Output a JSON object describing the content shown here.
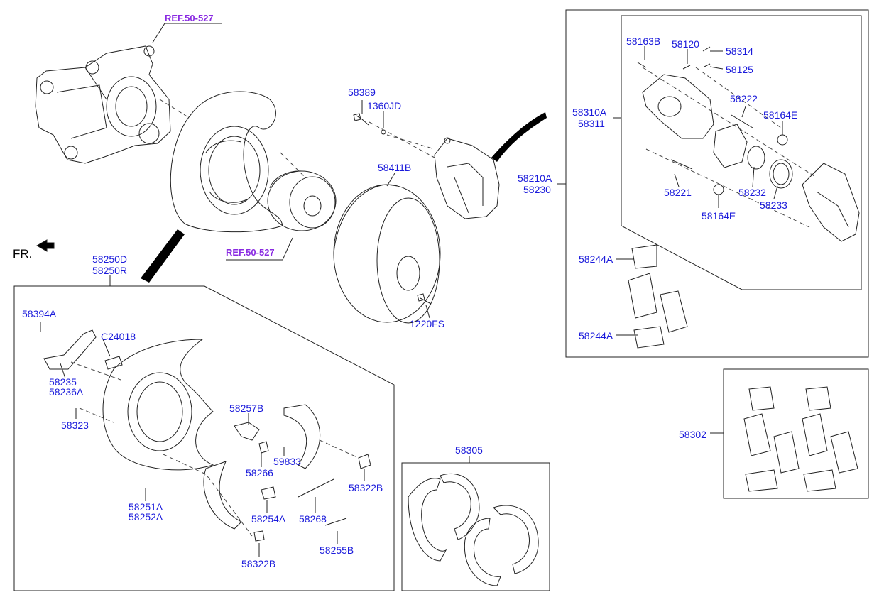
{
  "refs": {
    "top": "REF.50-527",
    "hub": "REF.50-527"
  },
  "fr": "FR.",
  "labels": {
    "p58389": "58389",
    "p1360JD": "1360JD",
    "p58411B": "58411B",
    "p1220FS": "1220FS",
    "p58250D": "58250D",
    "p58250R": "58250R",
    "p58394A": "58394A",
    "pC24018": "C24018",
    "p58235": "58235",
    "p58236A": "58236A",
    "p58323": "58323",
    "p58257B": "58257B",
    "p58266": "58266",
    "p59833": "59833",
    "p58322B_a": "58322B",
    "p58322B_b": "58322B",
    "p58251A": "58251A",
    "p58252A": "58252A",
    "p58254A": "58254A",
    "p58268": "58268",
    "p58255B": "58255B",
    "p58305": "58305",
    "p58163B": "58163B",
    "p58120": "58120",
    "p58314": "58314",
    "p58125": "58125",
    "p58222": "58222",
    "p58310A": "58310A",
    "p58311": "58311",
    "p58164E_a": "58164E",
    "p58164E_b": "58164E",
    "p58210A": "58210A",
    "p58230": "58230",
    "p58221": "58221",
    "p58232": "58232",
    "p58233": "58233",
    "p58244A_a": "58244A",
    "p58244A_b": "58244A",
    "p58302": "58302"
  }
}
